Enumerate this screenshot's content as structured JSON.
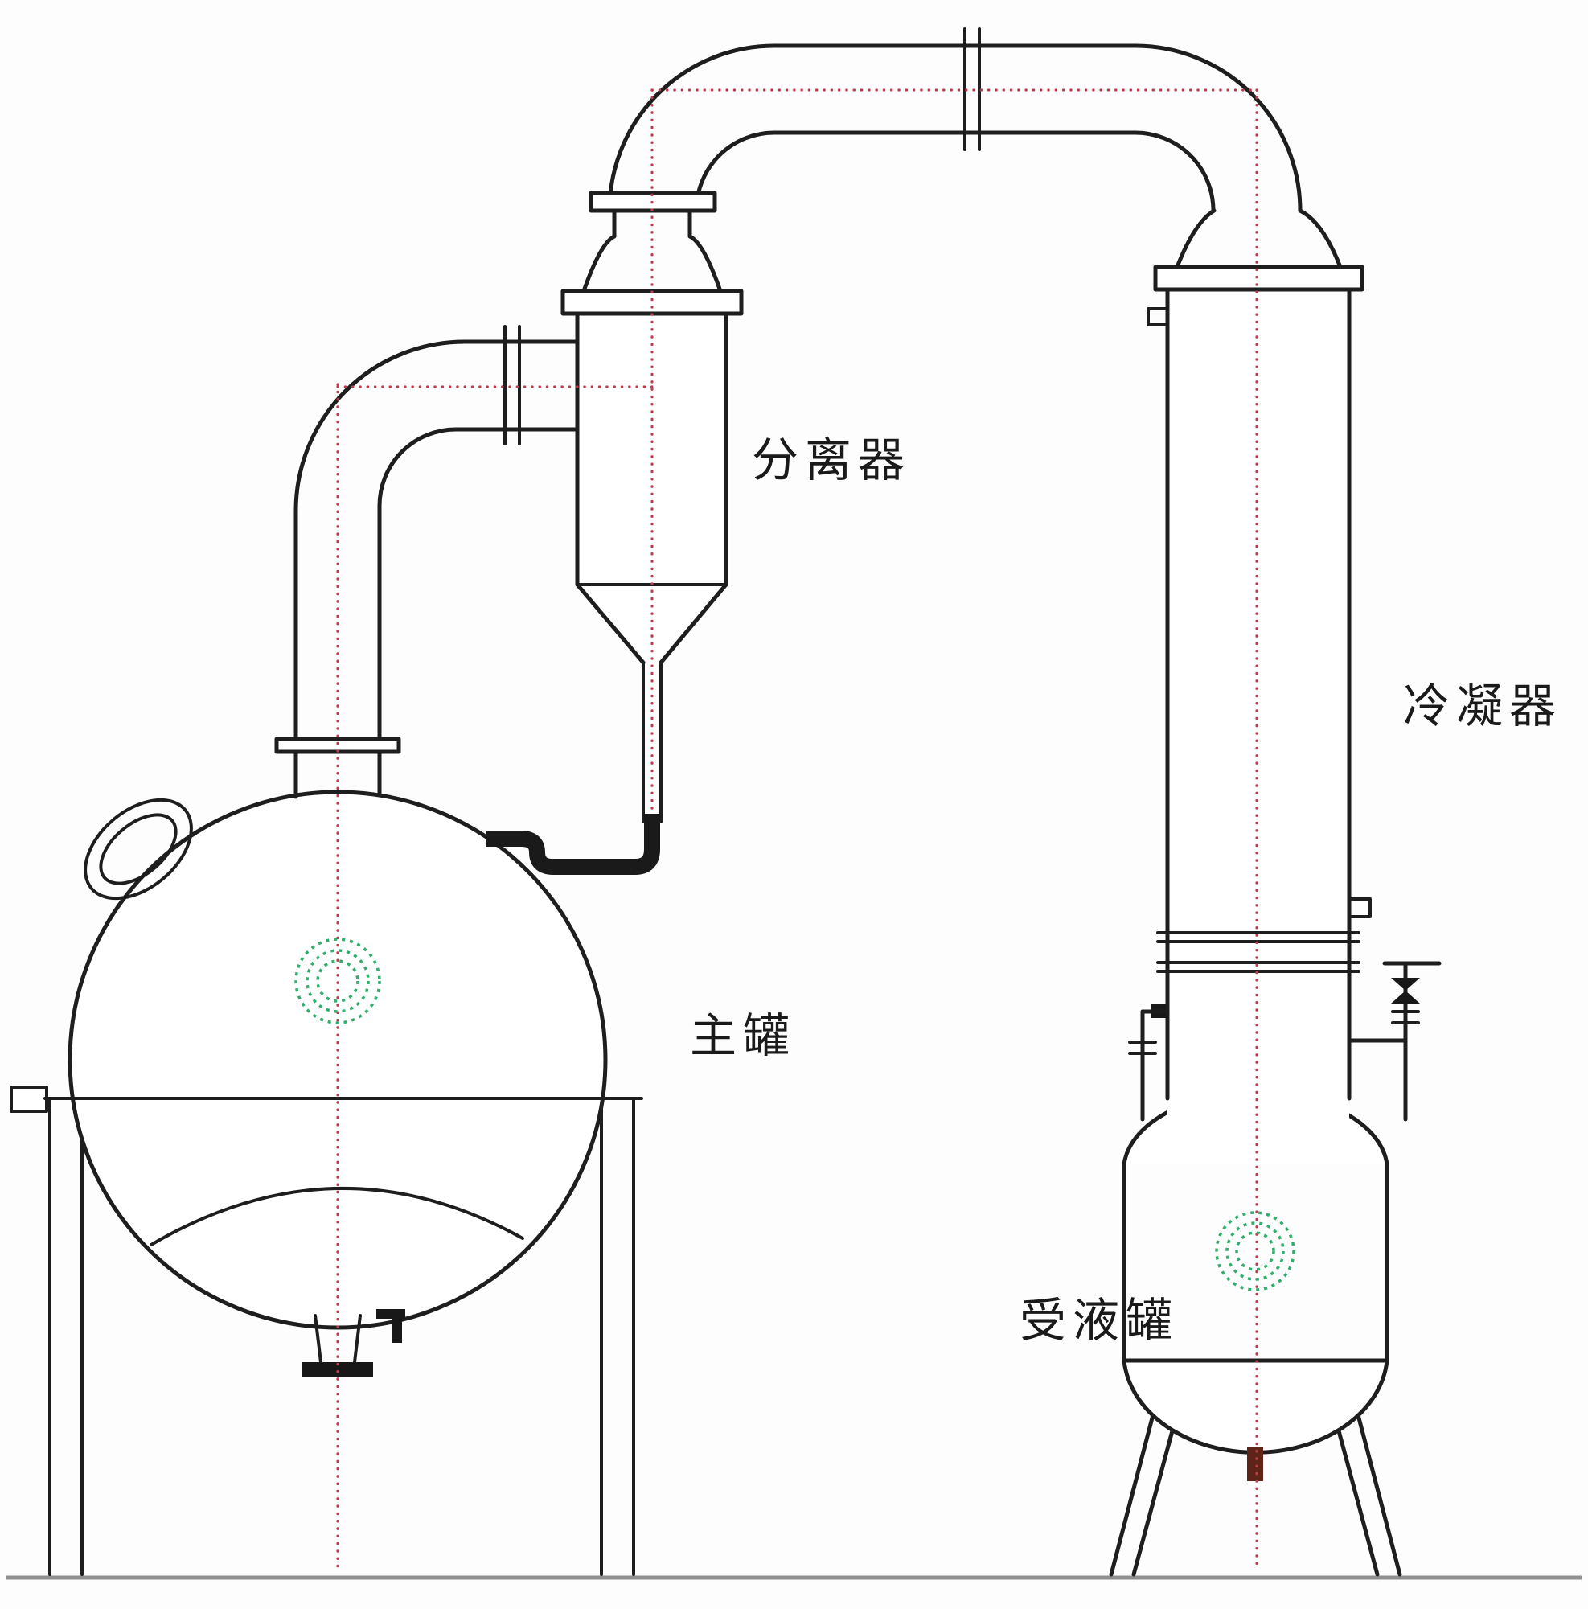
{
  "diagram": {
    "type": "equipment-schematic",
    "labels": {
      "separator": "分离器",
      "condenser": "冷凝器",
      "main_tank": "主罐",
      "receiving_tank": "受液罐"
    },
    "components": [
      {
        "id": "main-tank",
        "label": "主罐"
      },
      {
        "id": "separator",
        "label": "分离器"
      },
      {
        "id": "condenser",
        "label": "冷凝器"
      },
      {
        "id": "receiving-tank",
        "label": "受液罐"
      }
    ],
    "colors": {
      "line": "#1e1e1e",
      "centerline_red": "#bf3b4b",
      "sight_glass_green": "#2fae6c",
      "background": "#fdfdfd",
      "ground": "#8f8f8f"
    }
  }
}
